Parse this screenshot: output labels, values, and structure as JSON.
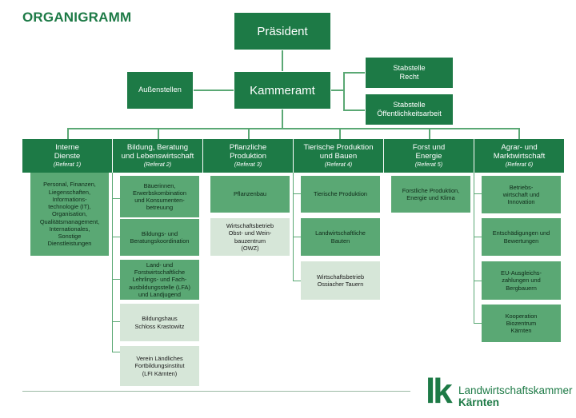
{
  "title": "ORGANIGRAMM",
  "top": {
    "praesident": "Präsident",
    "kammeramt": "Kammeramt",
    "aussenstellen": "Außenstellen",
    "stab_recht": "Stabstelle\nRecht",
    "stab_oeff": "Stabstelle\nÖffentlichkeitsarbeit"
  },
  "departments": [
    {
      "name": "Interne\nDienste",
      "ref": "(Referat 1)",
      "boxes": [
        "Personal, Finanzen,\nLiegenschaften,\nInformations-\ntechnologie (IT),\nOrganisation,\nQualitätsmanagement,\nInternationales,\nSonstige\nDienstleistungen"
      ]
    },
    {
      "name": "Bildung, Beratung\nund Lebenswirtschaft",
      "ref": "(Referat 2)",
      "boxes": [
        "Bäuerinnen,\nErwerbskombination\nund Konsumenten-\nbetreuung",
        "Bildungs- und\nBeratungskoordination",
        "Land- und\nForstwirtschaftliche\nLehrlings- und Fach-\nausbildungsstelle (LFA)\nund Landjugend",
        "Bildungshaus\nSchloss Krastowitz",
        "Verein Ländliches\nFortbildungsinstitut\n(LFI Kärnten)"
      ]
    },
    {
      "name": "Pflanzliche\nProduktion",
      "ref": "(Referat 3)",
      "boxes": [
        "Pflanzenbau",
        "Wirtschaftsbetrieb\nObst- und Wein-\nbauzentrum\n(OWZ)"
      ]
    },
    {
      "name": "Tierische Produktion\nund Bauen",
      "ref": "(Referat 4)",
      "boxes": [
        "Tierische Produktion",
        "Landwirtschaftliche\nBauten",
        "Wirtschaftsbetrieb\nOssiacher Tauern"
      ]
    },
    {
      "name": "Forst und\nEnergie",
      "ref": "(Referat 5)",
      "boxes": [
        "Forstliche Produktion,\nEnergie und Klima"
      ]
    },
    {
      "name": "Agrar- und\nMarktwirtschaft",
      "ref": "(Referat 6)",
      "boxes": [
        "Betriebs-\nwirtschaft und\nInnovation",
        "Entschädigungen und\nBewertungen",
        "EU-Ausgleichs-\nzahlungen und\nBergbauern",
        "Kooperation\nBiozentrum\nKärnten"
      ]
    }
  ],
  "logo": {
    "mark": "lk",
    "line1": "Landwirtschaftskammer",
    "line2": "Kärnten"
  }
}
